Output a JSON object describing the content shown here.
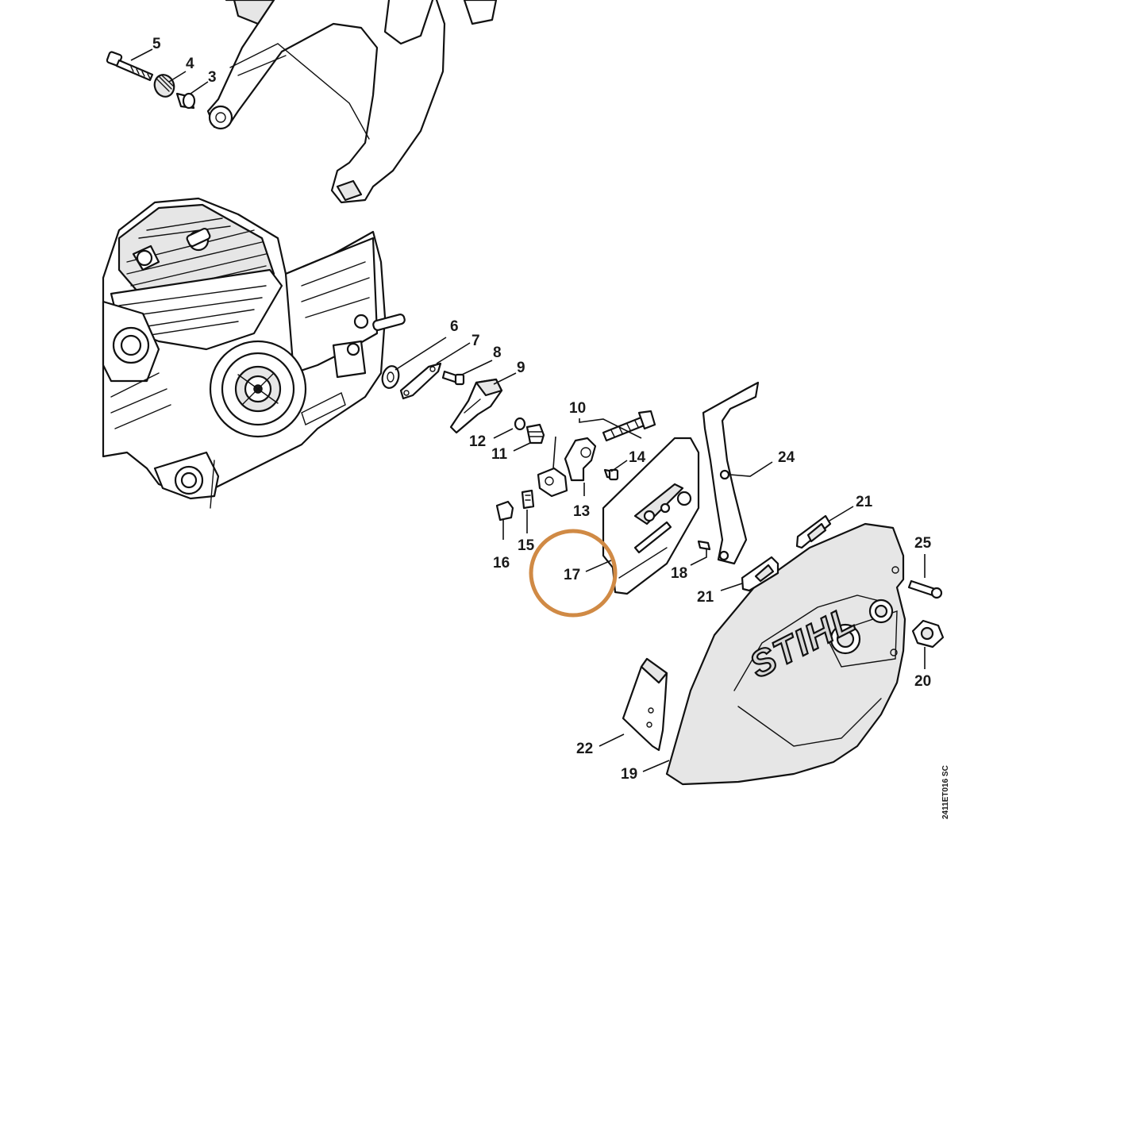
{
  "callouts": [
    {
      "id": "c5",
      "label": "5"
    },
    {
      "id": "c4",
      "label": "4"
    },
    {
      "id": "c3",
      "label": "3"
    },
    {
      "id": "c6",
      "label": "6"
    },
    {
      "id": "c7",
      "label": "7"
    },
    {
      "id": "c8",
      "label": "8"
    },
    {
      "id": "c9",
      "label": "9"
    },
    {
      "id": "c10",
      "label": "10"
    },
    {
      "id": "c12",
      "label": "12"
    },
    {
      "id": "c11",
      "label": "11"
    },
    {
      "id": "c14",
      "label": "14"
    },
    {
      "id": "c24",
      "label": "24"
    },
    {
      "id": "c13",
      "label": "13"
    },
    {
      "id": "c21a",
      "label": "21"
    },
    {
      "id": "c16",
      "label": "16"
    },
    {
      "id": "c15",
      "label": "15"
    },
    {
      "id": "c17",
      "label": "17"
    },
    {
      "id": "c18",
      "label": "18"
    },
    {
      "id": "c21b",
      "label": "21"
    },
    {
      "id": "c25",
      "label": "25"
    },
    {
      "id": "c20",
      "label": "20"
    },
    {
      "id": "c22",
      "label": "22"
    },
    {
      "id": "c19",
      "label": "19"
    }
  ],
  "highlight": {
    "label": "17",
    "color": "#d08a45"
  },
  "logo": "STIHL",
  "document_ref": "2411ET016 SC"
}
